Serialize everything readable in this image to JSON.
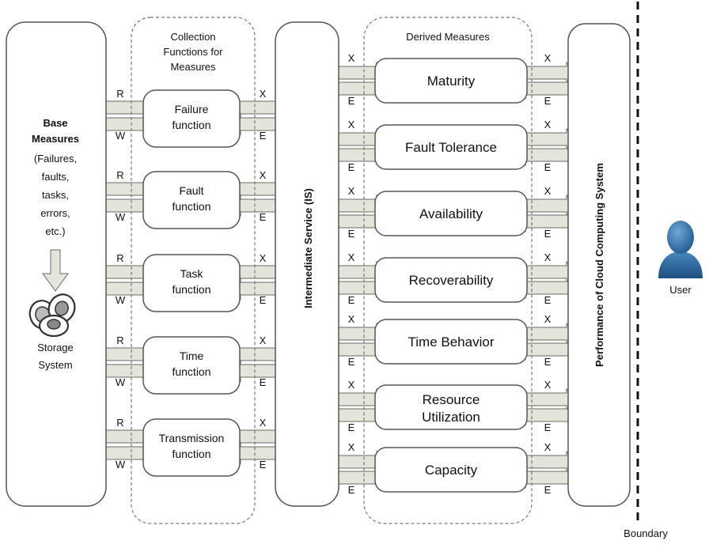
{
  "base": {
    "title_line1": "Base",
    "title_line2": "Measures",
    "detail_lines": [
      "(Failures,",
      "faults,",
      "tasks,",
      "errors,",
      "etc.)"
    ],
    "storage_line1": "Storage",
    "storage_line2": "System"
  },
  "collection": {
    "heading_lines": [
      "Collection",
      "Functions for",
      "Measures"
    ],
    "functions": [
      {
        "line1": "Failure",
        "line2": "function"
      },
      {
        "line1": "Fault",
        "line2": "function"
      },
      {
        "line1": "Task",
        "line2": "function"
      },
      {
        "line1": "Time",
        "line2": "function"
      },
      {
        "line1": "Transmission",
        "line2": "function"
      }
    ],
    "left_top_letter": "R",
    "left_bottom_letter": "W",
    "right_top_letter": "X",
    "right_bottom_letter": "E"
  },
  "intermediate": {
    "label": "Intermediate Service (IS)"
  },
  "derived": {
    "heading": "Derived Measures",
    "items": [
      {
        "line1": "Maturity",
        "line2": ""
      },
      {
        "line1": "Fault Tolerance",
        "line2": ""
      },
      {
        "line1": "Availability",
        "line2": ""
      },
      {
        "line1": "Recoverability",
        "line2": ""
      },
      {
        "line1": "Time Behavior",
        "line2": ""
      },
      {
        "line1": "Resource",
        "line2": "Utilization"
      },
      {
        "line1": "Capacity",
        "line2": ""
      }
    ],
    "top_letter": "X",
    "bottom_letter": "E"
  },
  "performance": {
    "label": "Performance of Cloud Computing System"
  },
  "user": {
    "label": "User",
    "icon": "user-icon"
  },
  "boundary": {
    "label": "Boundary"
  },
  "icons": {
    "storage": "storage-disk-icon",
    "down_arrow": "down-arrow-icon",
    "user": "user-icon"
  },
  "colors": {
    "arrow_fill": "#e4e4da",
    "arrow_stroke": "#6a6a60",
    "user_blue": "#2f6fa8"
  }
}
